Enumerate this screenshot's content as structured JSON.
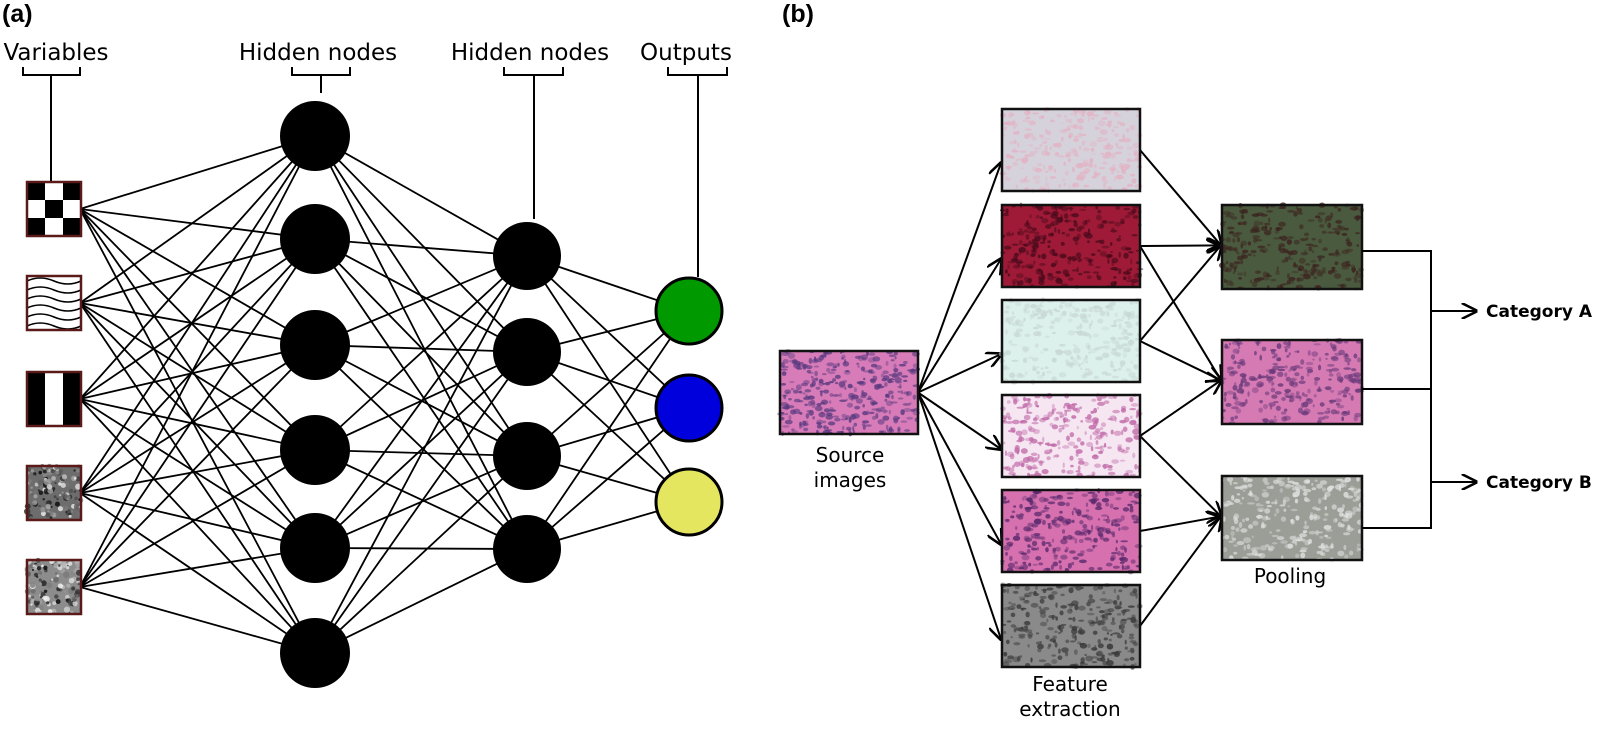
{
  "panel_a": {
    "label": "(a)",
    "headers": {
      "variables": "Variables",
      "hidden1": "Hidden nodes",
      "hidden2": "Hidden nodes",
      "outputs": "Outputs"
    },
    "layers": [
      {
        "name": "variables",
        "count": 5,
        "kinds": [
          "checkerboard",
          "waves",
          "vertical-stripes",
          "noise-texture",
          "dotted-texture"
        ]
      },
      {
        "name": "hidden1",
        "count": 6
      },
      {
        "name": "hidden2",
        "count": 4
      },
      {
        "name": "outputs",
        "count": 3,
        "colors": [
          "#009900",
          "#0000dd",
          "#e3e65e"
        ]
      }
    ],
    "connectivity": "fully-connected"
  },
  "panel_b": {
    "label": "(b)",
    "source_caption": [
      "Source",
      "images"
    ],
    "feature_caption": [
      "Feature",
      "extraction"
    ],
    "pooling_caption": "Pooling",
    "categories": [
      "Category A",
      "Category B"
    ],
    "feature_maps": [
      {
        "name": "pale-pink-gray",
        "base": "#d6d2dc",
        "spot": "#e2b3c4"
      },
      {
        "name": "dark-red",
        "base": "#9e1a36",
        "spot": "#4a0a1c"
      },
      {
        "name": "pale-cyan",
        "base": "#dcf0ec",
        "spot": "#c8d8d4"
      },
      {
        "name": "light-pink-dots",
        "base": "#f6e6f2",
        "spot": "#c06aa8"
      },
      {
        "name": "pink-purple",
        "base": "#d670ae",
        "spot": "#5a2a6e"
      },
      {
        "name": "grayscale-texture",
        "base": "#8a8a8a",
        "spot": "#3a3a3a"
      }
    ],
    "pooled_maps": [
      {
        "name": "dark-green",
        "base": "#4a5a3e",
        "spot": "#3c2420"
      },
      {
        "name": "pink-he",
        "base": "#d67ab4",
        "spot": "#6a3a7a"
      },
      {
        "name": "gray-emboss",
        "base": "#9a9e96",
        "spot": "#e0e0e0"
      }
    ],
    "source_image": {
      "base": "#d77cb8",
      "spot": "#5a3a80"
    },
    "edges_source_to_features": [
      0,
      1,
      2,
      3,
      4,
      5
    ],
    "edges_features_to_pool": [
      [
        0,
        0
      ],
      [
        1,
        0
      ],
      [
        1,
        1
      ],
      [
        2,
        0
      ],
      [
        2,
        1
      ],
      [
        3,
        1
      ],
      [
        3,
        2
      ],
      [
        4,
        2
      ],
      [
        5,
        2
      ]
    ]
  }
}
